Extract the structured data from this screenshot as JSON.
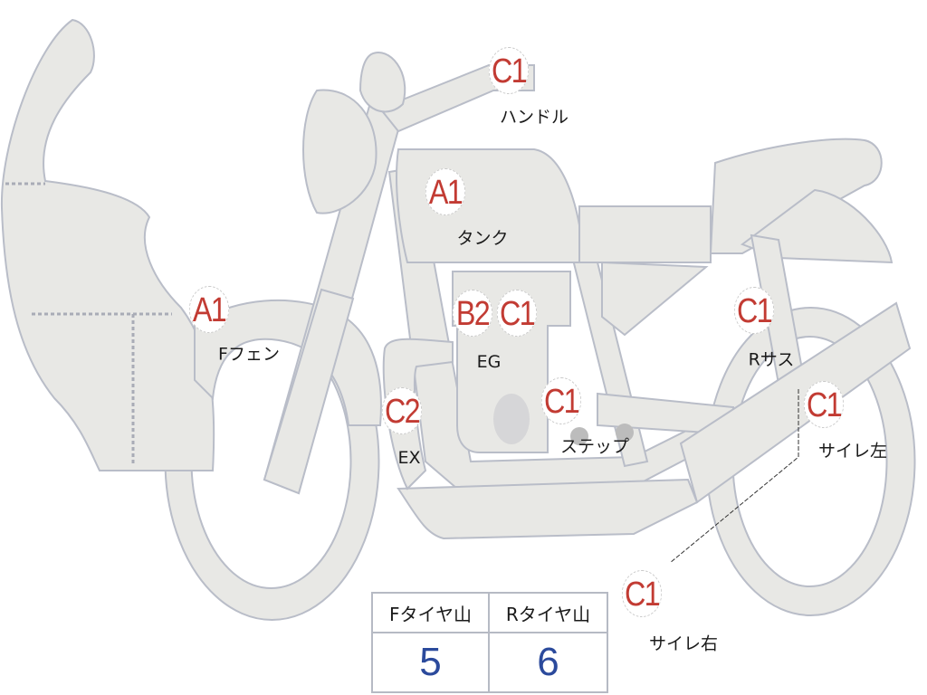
{
  "colors": {
    "part_fill": "#e8e8e5",
    "part_stroke": "#b9bdc8",
    "grade": "#c23b33",
    "value": "#2b4a9c"
  },
  "markers": [
    {
      "grade": "C1",
      "part": "ハンドル"
    },
    {
      "grade": "A1",
      "part": "タンク"
    },
    {
      "grade": "A1",
      "part": "Fフェン"
    },
    {
      "grade": "B2",
      "part": ""
    },
    {
      "grade": "C1",
      "part": "EG"
    },
    {
      "grade": "C1",
      "part": "Rサス"
    },
    {
      "grade": "C2",
      "part": "EX"
    },
    {
      "grade": "C1",
      "part": "ステップ"
    },
    {
      "grade": "C1",
      "part": "サイレ左"
    },
    {
      "grade": "C1",
      "part": "サイレ右"
    }
  ],
  "tire_table": {
    "headers": [
      "Fタイヤ山",
      "Rタイヤ山"
    ],
    "values": [
      "5",
      "6"
    ]
  }
}
